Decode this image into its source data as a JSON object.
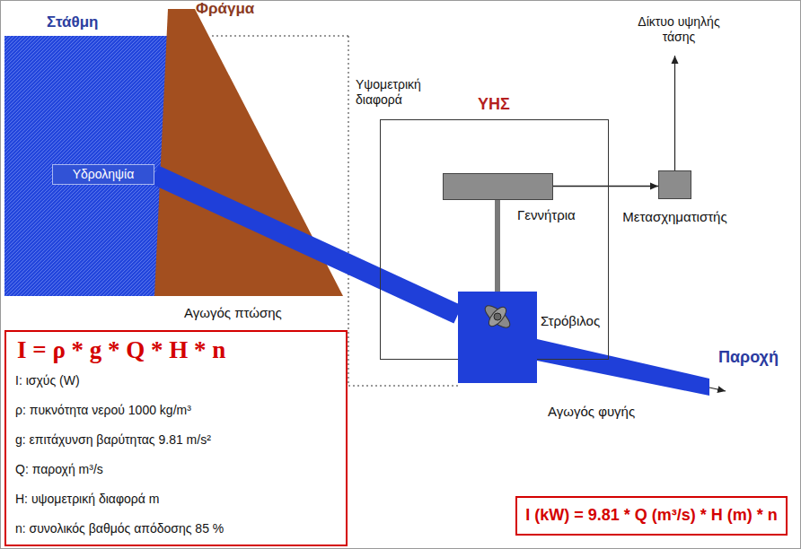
{
  "diagram": {
    "nodes": [
      {
        "text": [
          "ΥΗΣ"
        ]
      },
      {
        "text": [
          "Γεννήτρια"
        ],
        "in": 0
      },
      {
        "text": [
          "Μετασχηματιστής"
        ]
      },
      {
        "text": [
          "Υδροληψία"
        ]
      },
      {
        "text": [
          "Στρόβιλος"
        ]
      },
      {
        "text": [
          "I = ρ * g * Q * H * n",
          "I: ισχύς (W)",
          "ρ: πυκνότητα νερού 1000 kg/m³",
          "g: επιτάχυνση βαρύτητας 9.81 m/s²",
          "Q: παροχή m³/s",
          "H: υψομετρική διαφορά m",
          "n: συνολικός βαθμός απόδοσης 85 %"
        ]
      },
      {
        "text": [
          "I (kW) = 9.81 * Q (m³/s) * H (m) * n"
        ]
      }
    ],
    "edges": [
      {
        "from": 1,
        "to": 2,
        "arrow": "to"
      },
      {
        "from": 1,
        "to": 4,
        "arrow": "none"
      },
      {
        "from": 3,
        "to": 4,
        "arrow": "none"
      }
    ],
    "labels": [
      "Στάθμη",
      "Φράγμα",
      "Δίκτυο υψηλής τάσης",
      "Υψομετρική διαφορά",
      "Αγωγός πτώσης",
      "Παροχή",
      "Αγωγός φυγής"
    ]
  }
}
